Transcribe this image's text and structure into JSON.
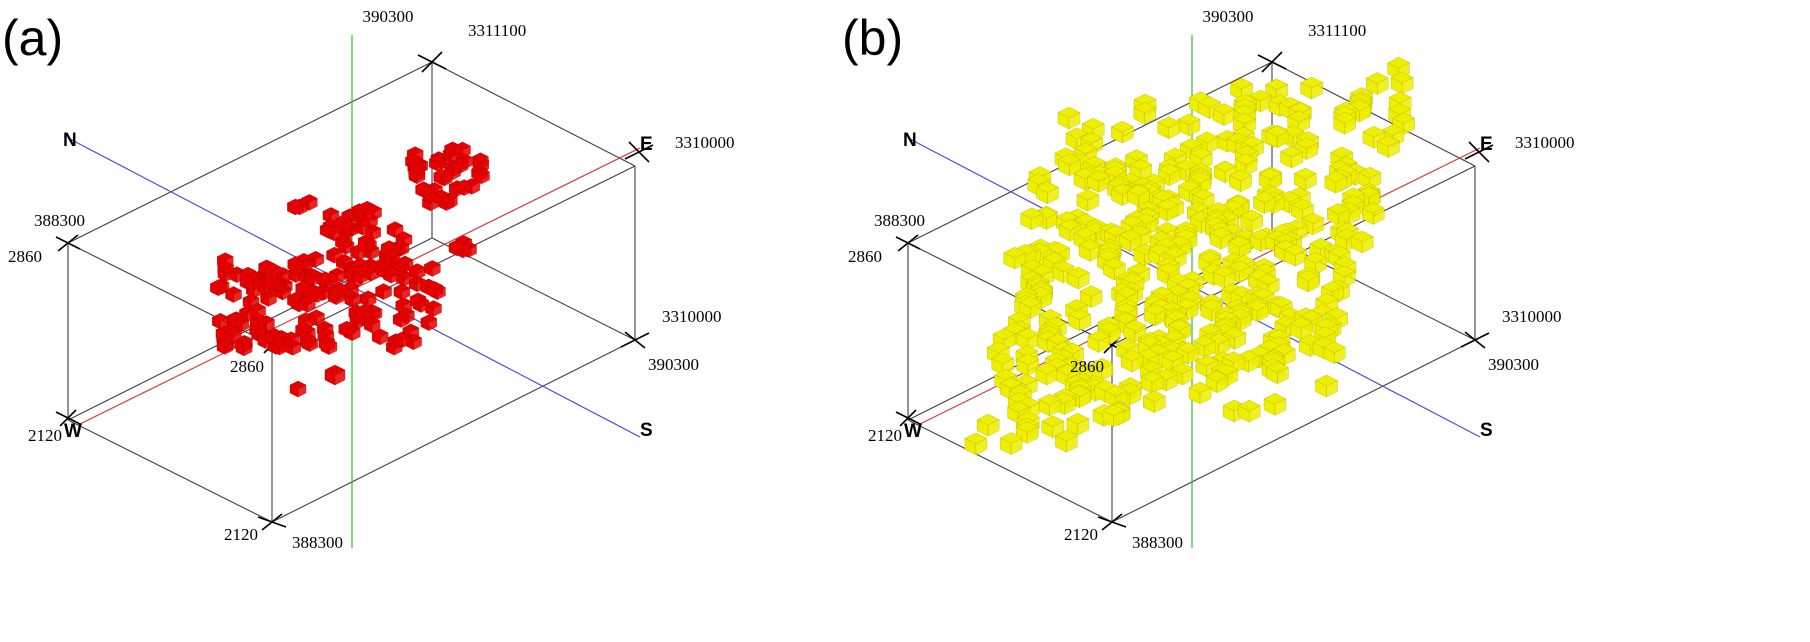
{
  "panels": [
    {
      "id": "a",
      "label": "(a)",
      "body_color": "#e60000",
      "body_edge_color": "#aa0000",
      "tick_labels": {
        "top_x": "390300",
        "top_y": "3311100",
        "right_y_top": "3310000",
        "left_x_top": "388300",
        "left_z_top": "2860",
        "right_y_bottom": "3310000",
        "right_x_bottom": "390300",
        "center_z": "2860",
        "left_z_bottom": "2120",
        "bottom_z": "2120",
        "bottom_x": "388300"
      },
      "directions": {
        "north": "N",
        "east": "E",
        "west": "W",
        "south": "S"
      }
    },
    {
      "id": "b",
      "label": "(b)",
      "body_color": "#eeee00",
      "body_edge_color": "#b8b800",
      "tick_labels": {
        "top_x": "390300",
        "top_y": "3311100",
        "right_y_top": "3310000",
        "left_x_top": "388300",
        "left_z_top": "2860",
        "right_y_bottom": "3310000",
        "right_x_bottom": "390300",
        "center_z": "2860",
        "left_z_bottom": "2120",
        "bottom_z": "2120",
        "bottom_x": "388300"
      },
      "directions": {
        "north": "N",
        "east": "E",
        "west": "W",
        "south": "S"
      }
    }
  ],
  "axis_colors": {
    "ns_axis": "#5050d0",
    "ew_axis": "#d04040",
    "vertical_axis": "#30c030",
    "box_edges": "#404040"
  }
}
